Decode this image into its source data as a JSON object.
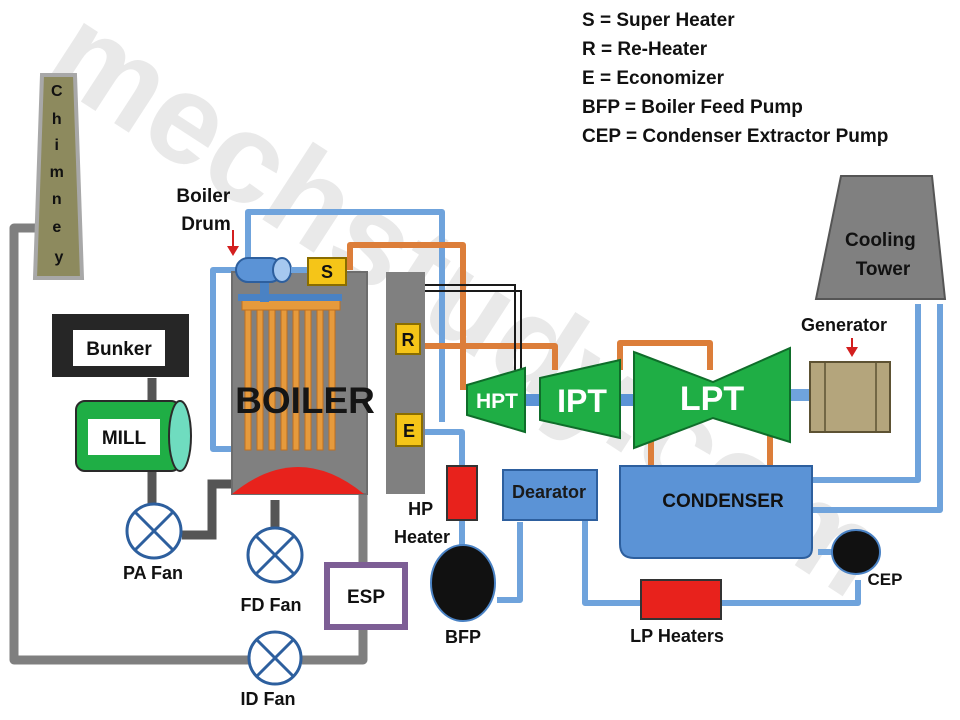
{
  "legend": [
    "S = Super Heater",
    "R = Re-Heater",
    "E = Economizer",
    "BFP = Boiler Feed Pump",
    "CEP = Condenser Extractor Pump"
  ],
  "watermark": "mechstudy.com",
  "labels": {
    "chimney": [
      "C",
      "h",
      "i",
      "m",
      "n",
      "e",
      "y"
    ],
    "boiler_drum": [
      "Boiler",
      "Drum"
    ],
    "superheater": "S",
    "reheater": "R",
    "economizer": "E",
    "boiler": "BOILER",
    "bunker": "Bunker",
    "mill": "MILL",
    "pa_fan": "PA Fan",
    "fd_fan": "FD Fan",
    "id_fan": "ID Fan",
    "esp": "ESP",
    "hp_heater": [
      "HP",
      "Heater"
    ],
    "bfp": "BFP",
    "dearator": "Dearator",
    "lp_heaters": "LP Heaters",
    "hpt": "HPT",
    "ipt": "IPT",
    "lpt": "LPT",
    "generator": "Generator",
    "cooling_tower": [
      "Cooling",
      "Tower"
    ],
    "condenser": "CONDENSER",
    "cep": "CEP"
  },
  "colors": {
    "flue_gas_pipe": "#7f7f7f",
    "water_pipe": "#6fa3dc",
    "steam_pipe": "#dc7e3a",
    "turbine": "#1fae45",
    "heater_red": "#e8221c",
    "component_yellow": "#f5c518",
    "boiler_tubes": "#e69a3c",
    "condenser_blue": "#5b93d6",
    "chimney_fill": "#8d8a5e",
    "generator_fill": "#b4a57c"
  }
}
